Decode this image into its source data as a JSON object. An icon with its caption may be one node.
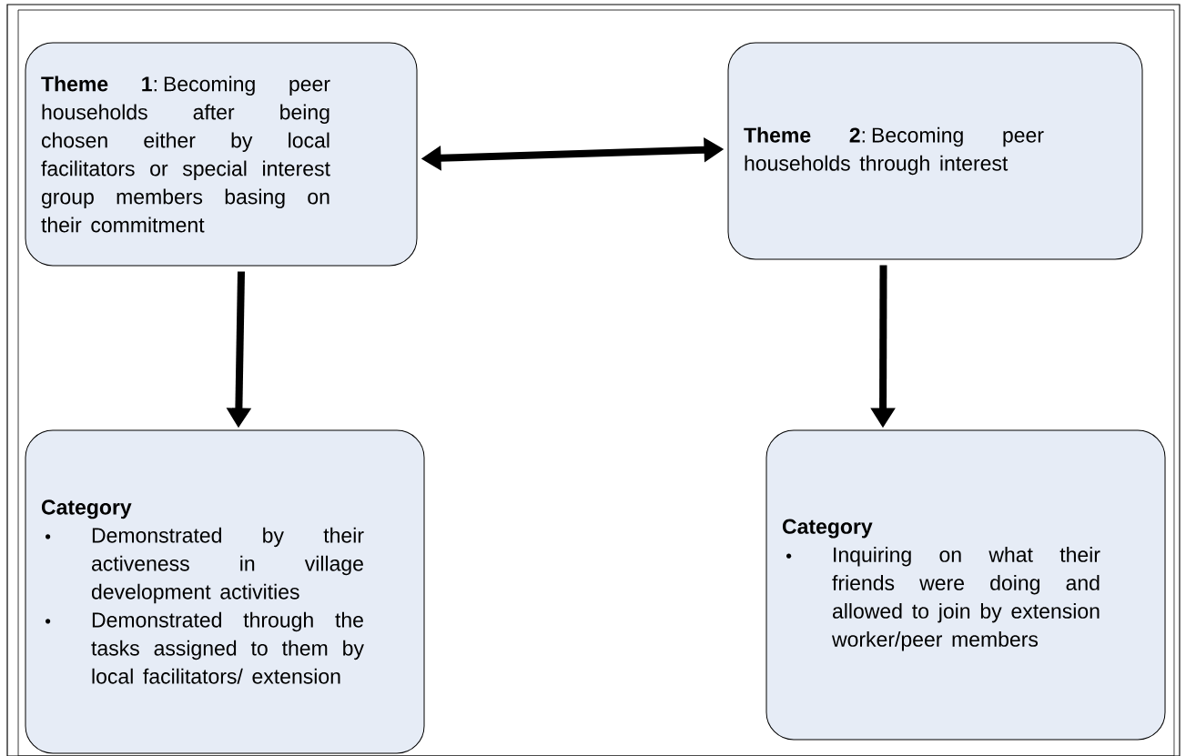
{
  "diagram": {
    "nodes": [
      {
        "text": [
          "**Theme 1**: Becoming peer households after being chosen either by local facilitators or special interest group members basing on their commitment"
        ]
      },
      {
        "text": [
          "**Theme 2**: Becoming peer households through interest"
        ]
      },
      {
        "text": [
          "Category",
          "Demonstrated by their activeness in village development activities",
          "Demonstrated through the tasks assigned to them by local facilitators/ extension"
        ]
      },
      {
        "text": [
          "Category",
          "Inquiring on what their friends were doing and allowed to join by extension worker/peer members"
        ]
      }
    ],
    "edges": [
      {
        "from": 0,
        "to": 1,
        "arrow": "both"
      },
      {
        "from": 0,
        "to": 2,
        "arrow": "to"
      },
      {
        "from": 1,
        "to": 3,
        "arrow": "to"
      }
    ]
  }
}
